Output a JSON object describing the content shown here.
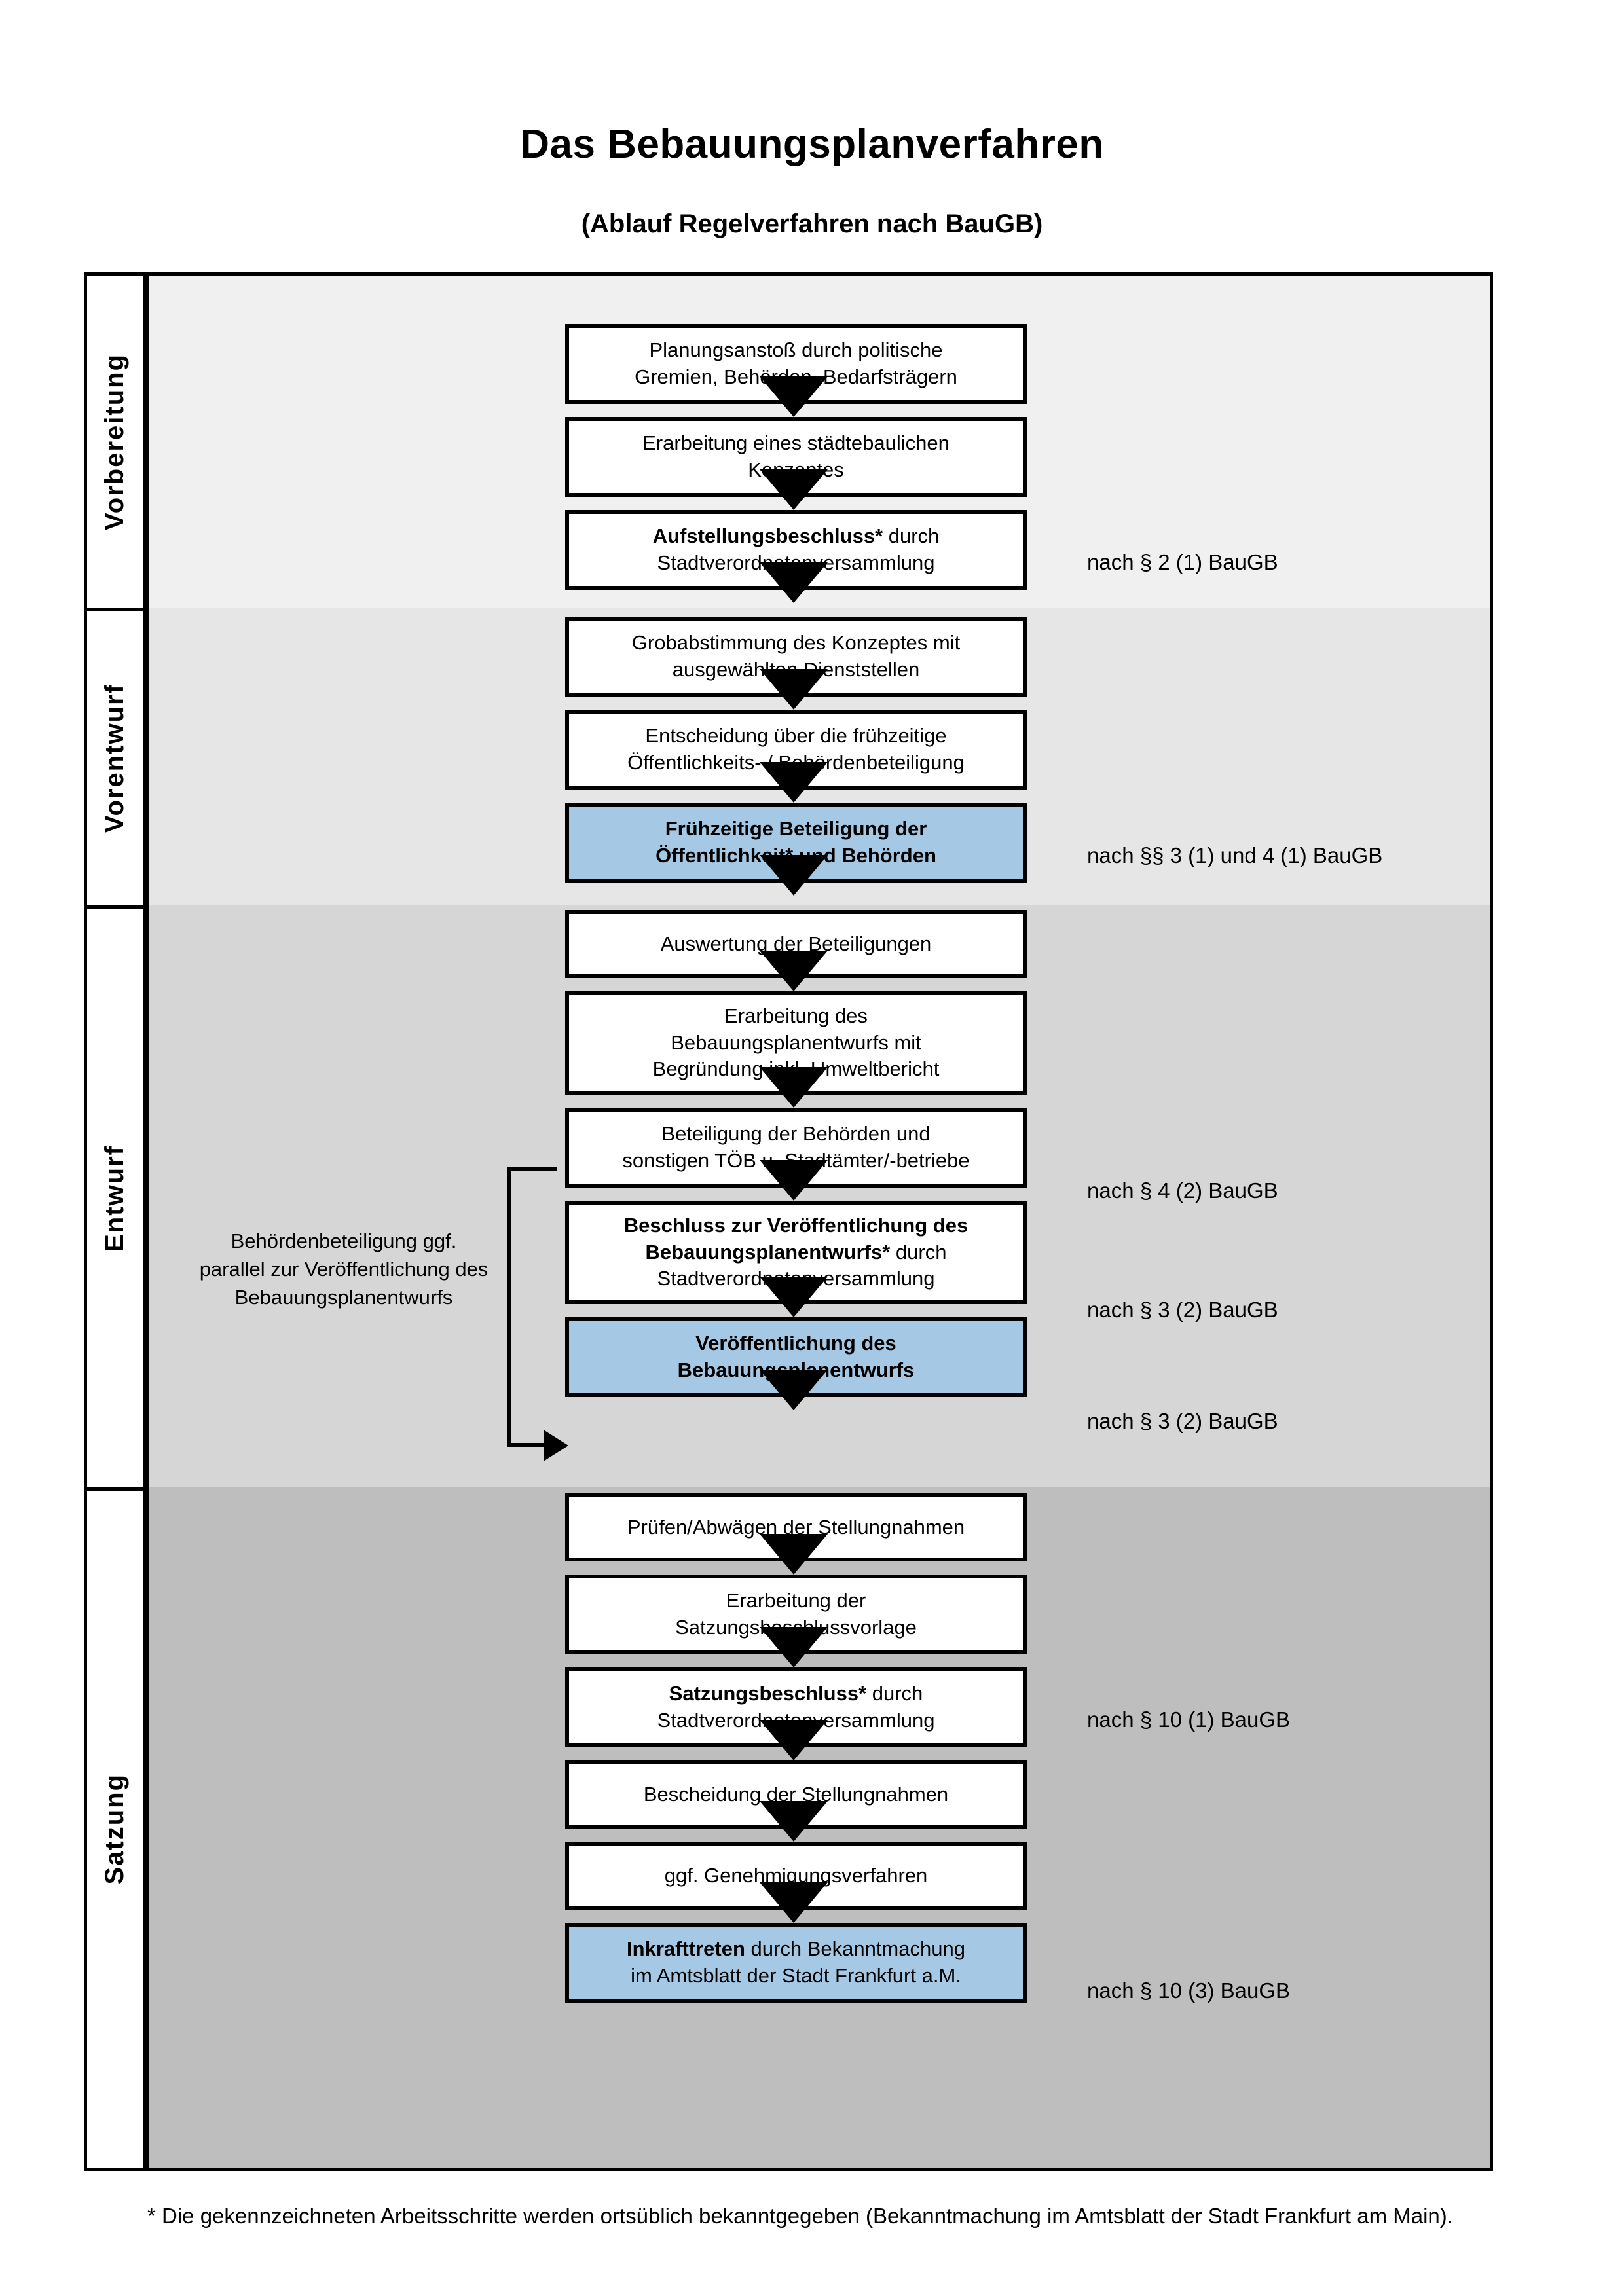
{
  "title": "Das Bebauungsplanverfahren",
  "subtitle": "(Ablauf Regelverfahren nach BauGB)",
  "phases": [
    {
      "label": "Vorbereitung"
    },
    {
      "label": "Vorentwurf"
    },
    {
      "label": "Entwurf"
    },
    {
      "label": "Satzung"
    }
  ],
  "nodes": [
    {
      "id": "planungsanstoss",
      "line1": "Planungsanstoß durch politische",
      "line2": "Gremien, Behörden, Bedarfsträgern",
      "line3": "",
      "highlight": false
    },
    {
      "id": "staedtebauliches-konzept",
      "line1": "Erarbeitung eines städtebaulichen",
      "line2": "Konzeptes",
      "line3": "",
      "highlight": false
    },
    {
      "id": "aufstellungsbeschluss",
      "line1_bold": "Aufstellungsbeschluss*",
      "line1_rest": " durch",
      "line2": "Stadtverordnetenversammlung",
      "line3": "",
      "highlight": false
    },
    {
      "id": "grobabstimmung",
      "line1": "Grobabstimmung des Konzeptes mit",
      "line2": "ausgewählten Dienststellen",
      "line3": "",
      "highlight": false
    },
    {
      "id": "entscheidung-fruehzeitige",
      "line1": "Entscheidung über die frühzeitige",
      "line2": "Öffentlichkeits- / Behördenbeteiligung",
      "line3": "",
      "highlight": false
    },
    {
      "id": "fruehzeitige-beteiligung",
      "line1": "Frühzeitige Beteiligung der",
      "line2": "Öffentlichkeit* und Behörden",
      "line3": "",
      "highlight": true
    },
    {
      "id": "auswertung-beteiligungen",
      "line1": "Auswertung der Beteiligungen",
      "line2": "",
      "line3": "",
      "highlight": false
    },
    {
      "id": "erarbeitung-bplanentwurf",
      "line1": "Erarbeitung des",
      "line2": "Bebauungsplanentwurfs mit",
      "line3": "Begründung inkl. Umweltbericht",
      "highlight": false
    },
    {
      "id": "beteiligung-behoerden",
      "line1": "Beteiligung der Behörden und",
      "line2": "sonstigen TÖB u. Stadtämter/-betriebe",
      "line3": "",
      "highlight": false
    },
    {
      "id": "beschluss-veroeffentlichung",
      "line1_bold": "Beschluss zur Veröffentlichung des",
      "line2_bold": "Bebauungsplanentwurfs*",
      "line2_rest": " durch",
      "line3": "Stadtverordnetenversammlung",
      "highlight": false
    },
    {
      "id": "veroeffentlichung-bplanentwurf",
      "line1": "Veröffentlichung des",
      "line2": "Bebauungsplanentwurfs",
      "line3": "",
      "highlight": true
    },
    {
      "id": "pruefen-abwaegen",
      "line1": "Prüfen/Abwägen der Stellungnahmen",
      "line2": "",
      "line3": "",
      "highlight": false
    },
    {
      "id": "satzungsbeschlussvorlage",
      "line1": "Erarbeitung der",
      "line2": "Satzungsbeschlussvorlage",
      "line3": "",
      "highlight": false
    },
    {
      "id": "satzungsbeschluss",
      "line1_bold": "Satzungsbeschluss*",
      "line1_rest": " durch",
      "line2": "Stadtverordnetenversammlung",
      "line3": "",
      "highlight": false
    },
    {
      "id": "bescheidung-stellungnahmen",
      "line1": "Bescheidung der Stellungnahmen",
      "line2": "",
      "line3": "",
      "highlight": false
    },
    {
      "id": "genehmigungsverfahren",
      "line1": "ggf. Genehmigungsverfahren",
      "line2": "",
      "line3": "",
      "highlight": false
    },
    {
      "id": "inkrafttreten",
      "line1_bold": "Inkrafttreten",
      "line1_rest": " durch Bekanntmachung",
      "line2": "im Amtsblatt der Stadt Frankfurt a.M.",
      "line3": "",
      "highlight": true
    }
  ],
  "legal_notes": [
    {
      "id": "legal-par2-1",
      "text": "nach § 2 (1) BauGB"
    },
    {
      "id": "legal-par3-1-4-1",
      "text": "nach §§ 3 (1) und 4 (1) BauGB"
    },
    {
      "id": "legal-par4-2",
      "text": "nach § 4 (2) BauGB"
    },
    {
      "id": "legal-par3-2-a",
      "text": "nach § 3 (2) BauGB"
    },
    {
      "id": "legal-par3-2-b",
      "text": "nach § 3 (2) BauGB"
    },
    {
      "id": "legal-par10-1",
      "text": "nach § 10 (1) BauGB"
    },
    {
      "id": "legal-par10-3",
      "text": "nach § 10 (3) BauGB"
    }
  ],
  "side_note": {
    "line1": "Behördenbeteiligung",
    "line2": "ggf. parallel zur",
    "line3": "Veröffentlichung des",
    "line4": "Bebauungsplanentwurfs"
  },
  "footnote": "* Die gekennzeichneten Arbeitsschritte werden ortsüblich bekanntgegeben (Bekanntmachung im Amtsblatt  der Stadt Frankfurt am Main).",
  "colors": {
    "highlight_blue": "#A5C8E4",
    "band_vorbereitung": "#F0F0F0",
    "band_vorentwurf": "#E6E6E6",
    "band_entwurf": "#D6D6D6",
    "band_satzung": "#BEBEBE",
    "line": "#000000"
  }
}
